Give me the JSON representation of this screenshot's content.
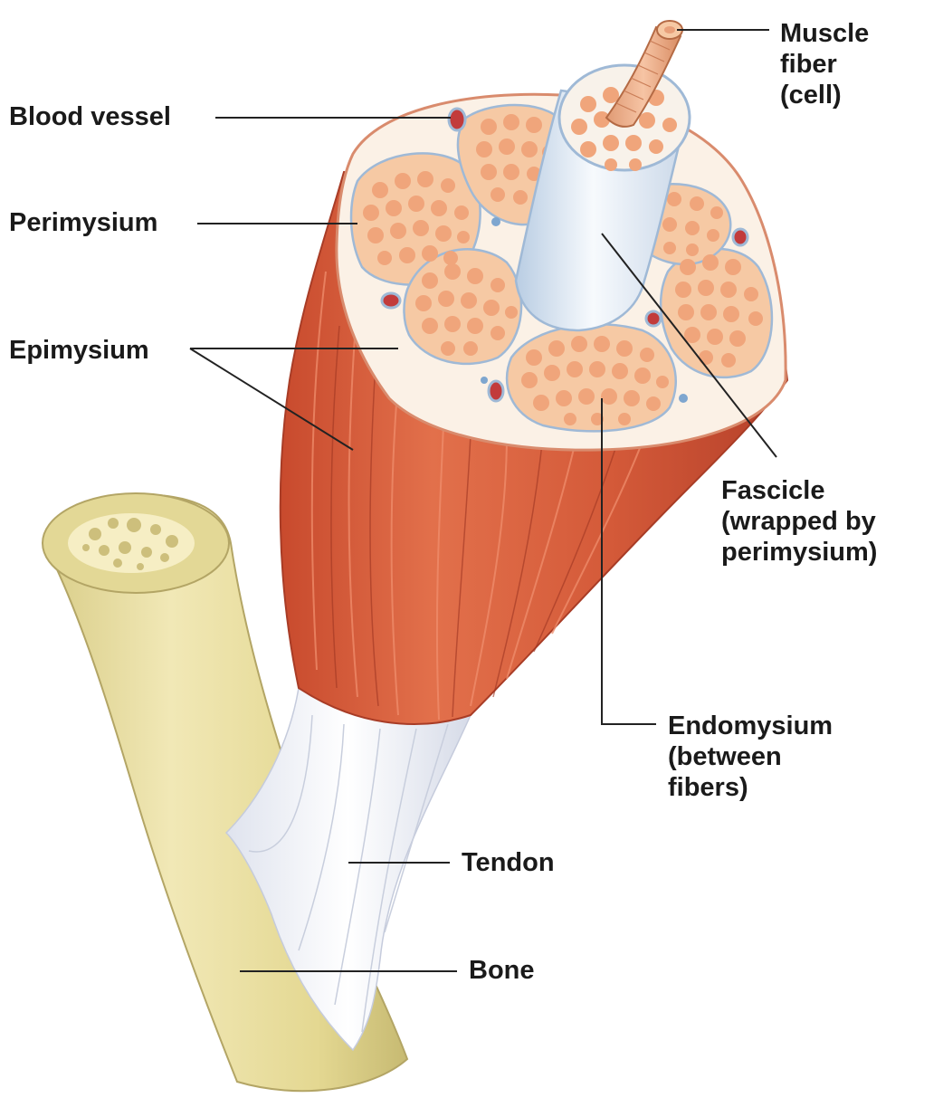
{
  "labels": {
    "muscle_fiber": [
      "Muscle",
      "fiber",
      "(cell)"
    ],
    "blood_vessel": "Blood vessel",
    "perimysium": "Perimysium",
    "epimysium": "Epimysium",
    "fascicle": [
      "Fascicle",
      "(wrapped by",
      "perimysium)"
    ],
    "endomysium": [
      "Endomysium",
      "(between",
      "fibers)"
    ],
    "tendon": "Tendon",
    "bone": "Bone"
  },
  "colors": {
    "muscle": "#d9603f",
    "muscle_dark": "#b9442b",
    "fascicle_fill": "#f6c9a4",
    "fiber_cell": "#eea37a",
    "connective": "#fbf1e6",
    "perimysium_line": "#9fb9d6",
    "fiber_tube": "#e8eff7",
    "blood_vessel": "#c23b3b",
    "tendon": "#f4f6fb",
    "bone": "#ece3ab",
    "bone_shadow": "#c9bd77",
    "bone_marrow": "#f7efc0",
    "leader_line": "#222222"
  }
}
